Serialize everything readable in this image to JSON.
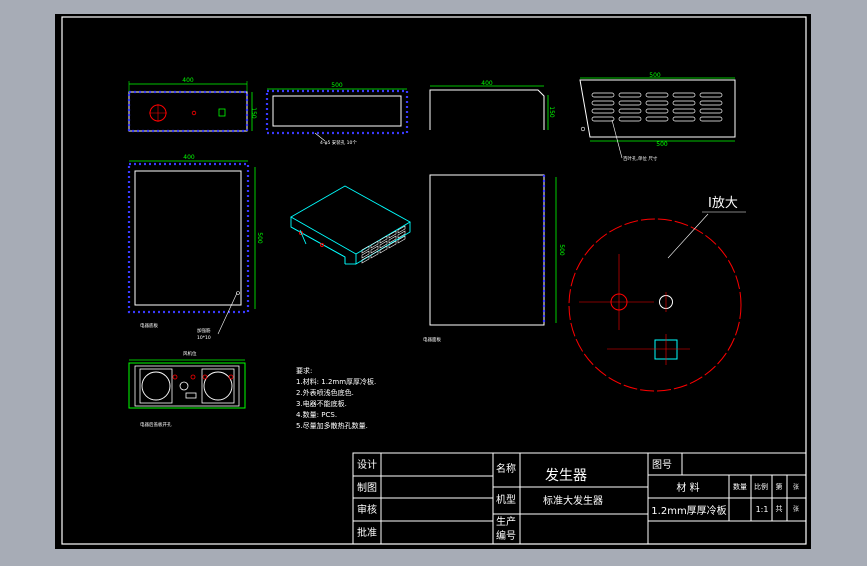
{
  "dims": {
    "front_width": "400",
    "front_height": "150",
    "top_width": "500",
    "side_width": "400",
    "side_height": "150",
    "rear_width": "500",
    "bottom_width": "400",
    "bottom_height": "500",
    "plan_height": "500"
  },
  "magnify_label": "I放大",
  "requirements": {
    "title": "要求:",
    "lines": [
      "1.材料: 1.2mm厚厚冷板.",
      "2.外表喷浅色底色.",
      "3.电器不能底板.",
      "4.数量:    PCS.",
      "5.尽量加多散热孔数量."
    ]
  },
  "title_block": {
    "design_label": "设计",
    "draw_label": "制图",
    "review_label": "审核",
    "approve_label": "批准",
    "name_label": "名称",
    "name_value": "发生器",
    "model_label": "机型",
    "model_value": "标准大发生器",
    "prodno_label_1": "生产",
    "prodno_label_2": "编号",
    "drawing_no_label": "图号",
    "material_label": "材    料",
    "material_value": "1.2mm厚厚冷板",
    "qty_label": "数量",
    "scale_label": "比例",
    "scale_value": "1:1",
    "sheet_total_label": "共",
    "sheet_total_unit": "张",
    "sheet_label": "第",
    "sheet_unit": "张"
  },
  "colors": {
    "background": "#a7acb6",
    "paper": "#000000",
    "line": "#ffffff",
    "part": "#00ffff",
    "dimension": "#00ff00",
    "accent": "#ff0000",
    "blue": "#3a3aff",
    "yellow": "#ffff00"
  }
}
